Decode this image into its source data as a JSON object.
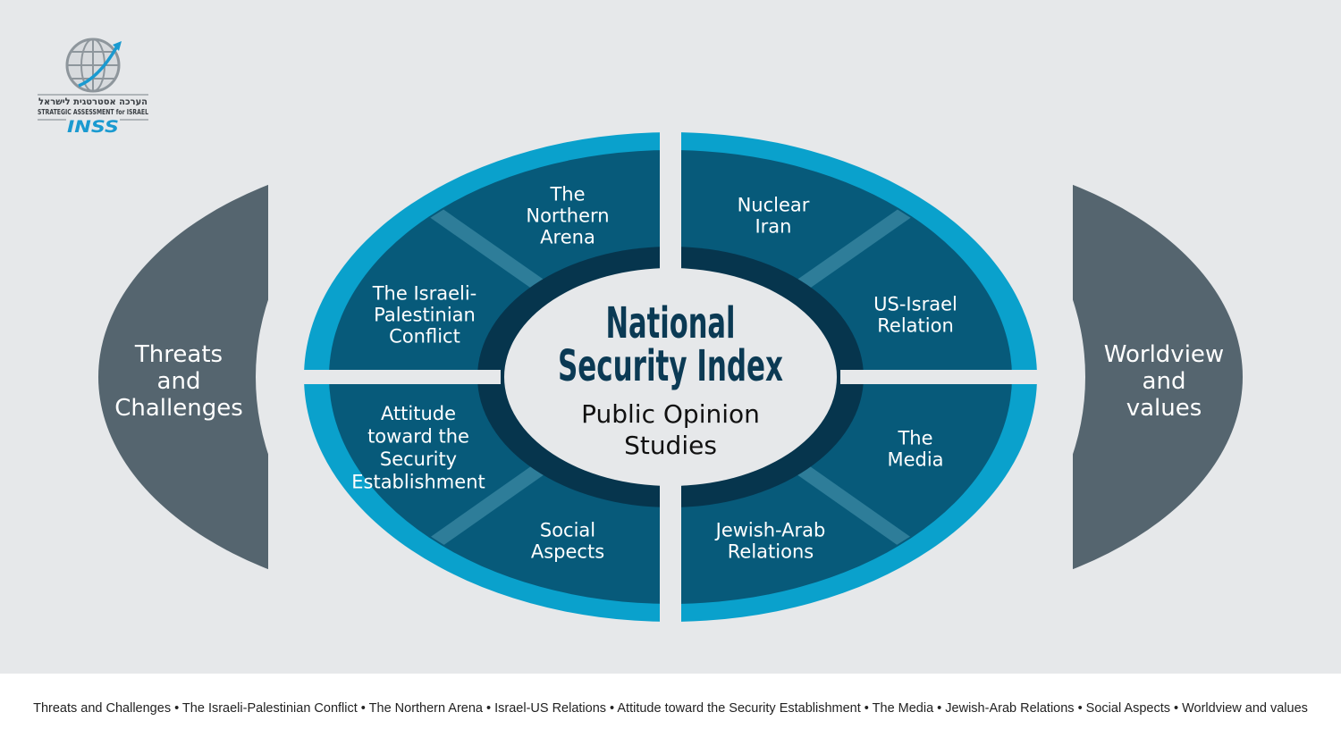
{
  "logo": {
    "hebrew": "הערכה אסטרטגית לישראל",
    "english": "STRATEGIC ASSESSMENT for ISRAEL",
    "brand": "INSS"
  },
  "center": {
    "title_line1": "National",
    "title_line2": "Security Index",
    "subtitle_line1": "Public Opinion",
    "subtitle_line2": "Studies"
  },
  "sides": {
    "left": [
      "Threats",
      "and",
      "Challenges"
    ],
    "right": [
      "Worldview",
      "and",
      "values"
    ]
  },
  "segments": [
    {
      "id": "northern-arena",
      "lines": [
        "The",
        "Northern",
        "Arena"
      ]
    },
    {
      "id": "nuclear-iran",
      "lines": [
        "Nuclear",
        "Iran"
      ]
    },
    {
      "id": "us-israel",
      "lines": [
        "US-Israel",
        "Relation"
      ]
    },
    {
      "id": "media",
      "lines": [
        "The",
        "Media"
      ]
    },
    {
      "id": "jewish-arab",
      "lines": [
        "Jewish-Arab",
        "Relations"
      ]
    },
    {
      "id": "social-aspects",
      "lines": [
        "Social",
        "Aspects"
      ]
    },
    {
      "id": "security-establishment",
      "lines": [
        "Attitude",
        "toward the",
        "Security",
        "Establishment"
      ]
    },
    {
      "id": "israeli-palestinian",
      "lines": [
        "The Israeli-",
        "Palestinian",
        "Conflict"
      ]
    }
  ],
  "footer": {
    "text": "Threats and Challenges • The Israeli-Palestinian Conflict • The Northern  Arena • Israel-US Relations • Attitude toward the Security Establishment • The Media • Jewish-Arab Relations • Social Aspects • Worldview and values"
  },
  "colors": {
    "background": "#e6e8ea",
    "side_shape": "#55656f",
    "outer_ring": "#0aa1cc",
    "segment": "#075a7a",
    "inner_ring": "#06354d",
    "center_fill": "#e6e8ea",
    "title": "#0b3a54"
  }
}
